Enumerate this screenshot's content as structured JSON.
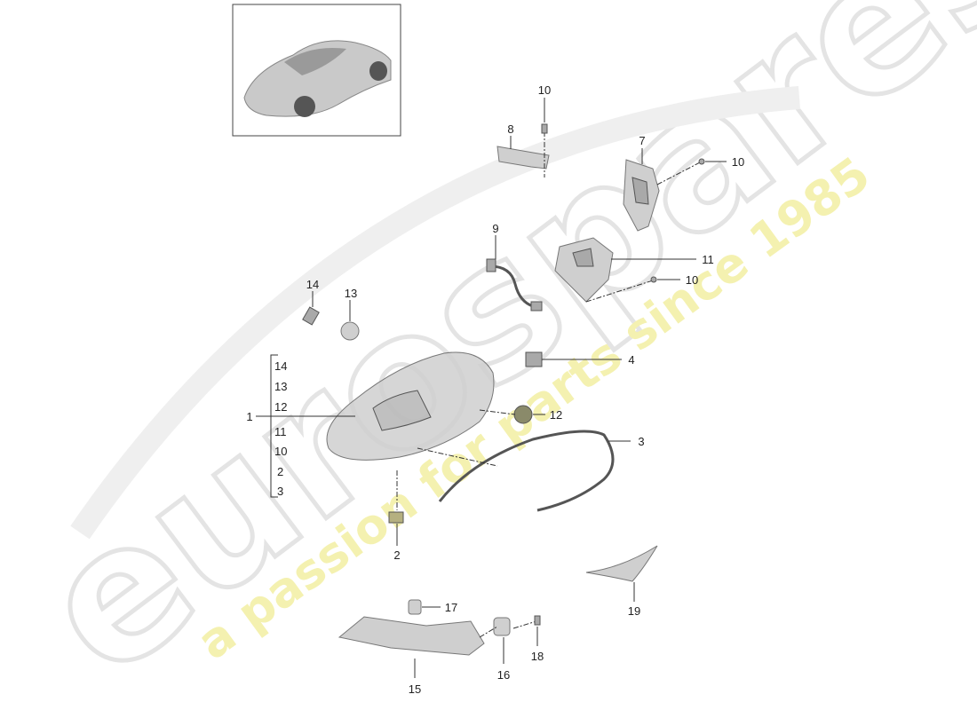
{
  "watermark": {
    "brand": "eurospares",
    "tagline": "a passion for parts since 1985",
    "brand_color": "#e6e6e6",
    "tagline_color": "#f3f0a8"
  },
  "thumbnail": {
    "icon": "car-thumbnail-icon"
  },
  "callouts": {
    "c1": "1",
    "c2": "2",
    "c3": "3",
    "c4": "4",
    "c7": "7",
    "c8": "8",
    "c9": "9",
    "c10a": "10",
    "c10b": "10",
    "c10c": "10",
    "c11": "11",
    "c12": "12",
    "c13": "13",
    "c14": "14",
    "c15": "15",
    "c16": "16",
    "c17": "17",
    "c18": "18",
    "c19": "19"
  },
  "assembly_list": [
    "14",
    "13",
    "12",
    "11",
    "10",
    "2",
    "3"
  ]
}
